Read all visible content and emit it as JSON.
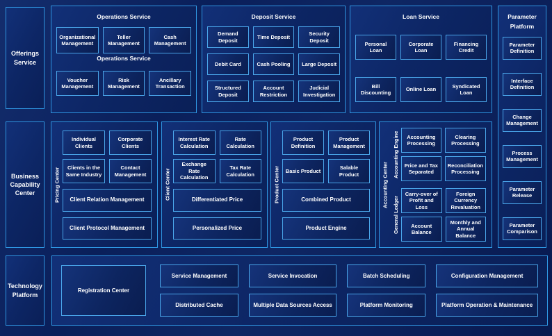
{
  "colors": {
    "background": "#0a1f5a",
    "panel_border": "#2f97e3",
    "box_border": "#4aa6ea",
    "text": "#ffffff"
  },
  "sidebar": {
    "offerings": "Offerings Service",
    "business_capability": "Business Capability Center",
    "technology": "Technology Platform"
  },
  "operations": {
    "title": "Operations Service",
    "mid_title": "Operations Service",
    "row1": [
      "Organizational Management",
      "Teller Management",
      "Cash Management"
    ],
    "row2": [
      "Voucher Management",
      "Risk Management",
      "Ancillary Transaction"
    ]
  },
  "deposit": {
    "title": "Deposit Service",
    "items": [
      "Demand Deposit",
      "Time Deposit",
      "Security Deposit",
      "Debit Card",
      "Cash Pooling",
      "Large Deposit",
      "Structured Deposit",
      "Account Restriction",
      "Judicial Investigation"
    ]
  },
  "loan": {
    "title": "Loan Service",
    "row1": [
      "Personal Loan",
      "Corporate Loan",
      "Financing Credit"
    ],
    "row2": [
      "Bill Discounting",
      "Online Loan",
      "Syndicated Loan"
    ]
  },
  "parameter": {
    "title": "Parameter Platform",
    "items": [
      "Parameter Definition",
      "Interface Definition",
      "Change Management",
      "Process Management",
      "Parameter Release",
      "Parameter Comparison"
    ]
  },
  "pricing": {
    "label": "Pricing Center",
    "grid": [
      "Individual Clients",
      "Corporate Clients",
      "Clients in the Same Industry",
      "Contact Management"
    ],
    "wide": [
      "Client Relation Management",
      "Client Protocol Management"
    ]
  },
  "client": {
    "label": "Client Center",
    "grid": [
      "Interest Rate Calculation",
      "Rate Calculation",
      "Exchange Rate Calculation",
      "Tax Rate Calculation"
    ],
    "wide": [
      "Differentiated Price",
      "Personalized Price"
    ]
  },
  "product": {
    "label": "Product Center",
    "grid": [
      "Product Definition",
      "Product Management",
      "Basic Product",
      "Salable Product"
    ],
    "wide": [
      "Combined Product",
      "Product Engine"
    ]
  },
  "accounting": {
    "label": "Accounting Center",
    "engine": {
      "label": "Accounting Engine",
      "items": [
        "Accounting Processing",
        "Clearing Processing",
        "Price and Tax Separated",
        "Reconciliation Processing"
      ]
    },
    "ledger": {
      "label": "General Ledger",
      "items": [
        "Carry-over of Profit and Loss",
        "Foreign Currency Revaluation",
        "Account Balance",
        "Monthly and Annual Balance"
      ]
    }
  },
  "technology": {
    "registration": "Registration Center",
    "row1": [
      "Service Management",
      "Service Invocation",
      "Batch Scheduling",
      "Configuration Management"
    ],
    "row2": [
      "Distributed Cache",
      "Multiple Data Sources Access",
      "Platform Monitoring",
      "Platform Operation & Maintenance"
    ]
  }
}
